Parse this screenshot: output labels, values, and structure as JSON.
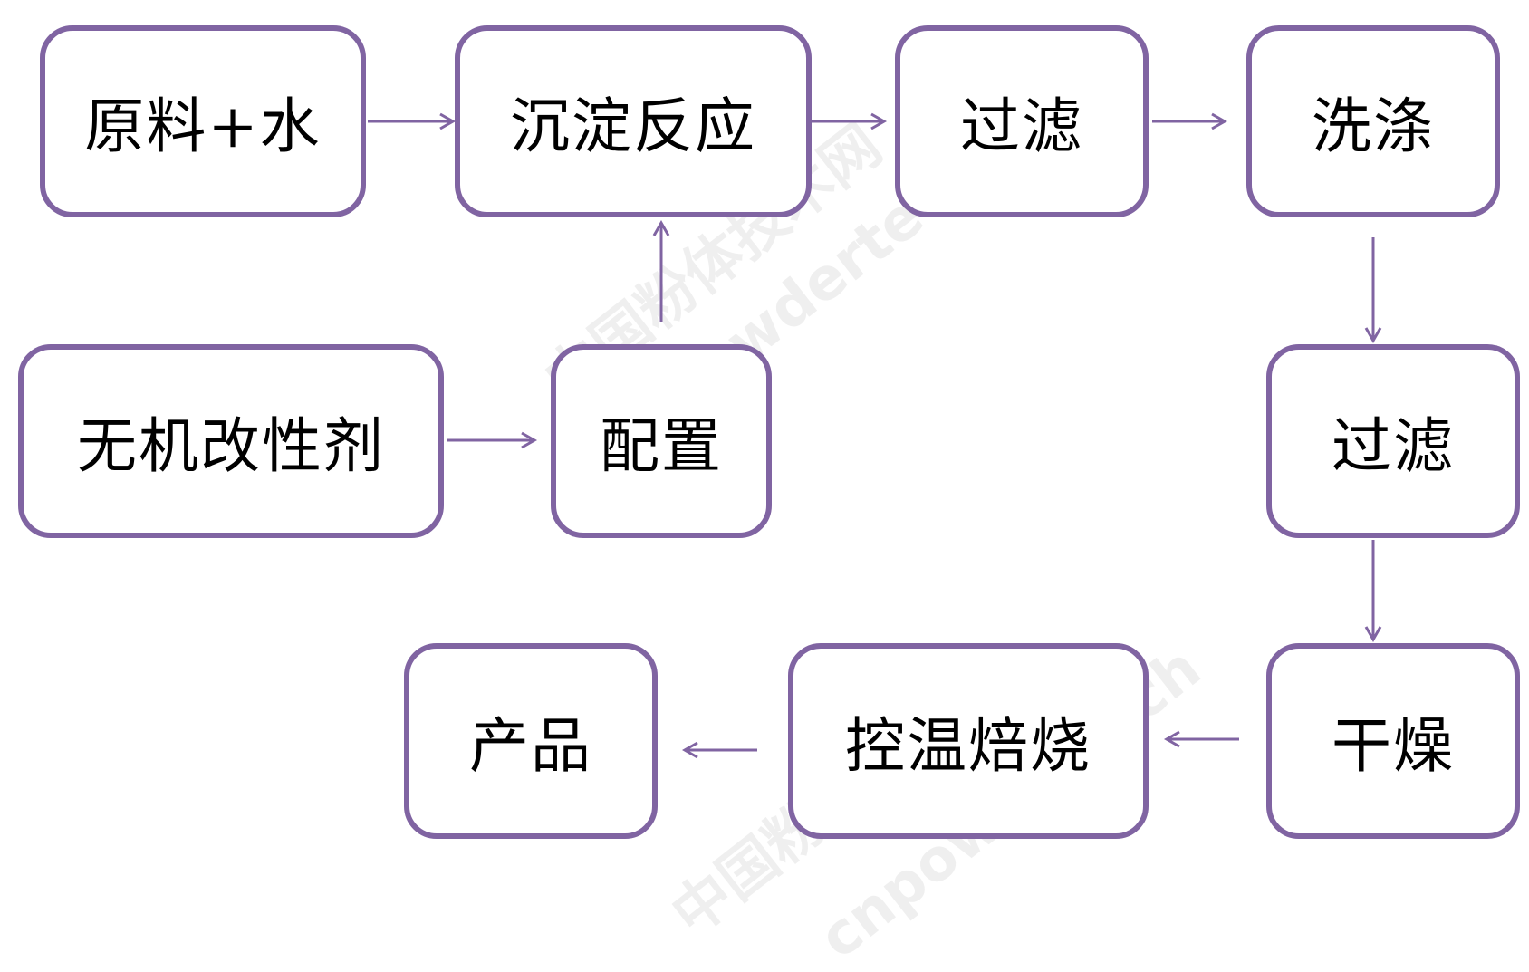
{
  "nodes": {
    "raw_water": "原料+水",
    "precipitation": "沉淀反应",
    "filter_1": "过滤",
    "wash": "洗涤",
    "modifier": "无机改性剂",
    "prepare": "配置",
    "filter_2": "过滤",
    "dry": "干燥",
    "calcine": "控温焙烧",
    "product": "产品"
  },
  "edges": [
    {
      "from": "raw_water",
      "to": "precipitation"
    },
    {
      "from": "precipitation",
      "to": "filter_1"
    },
    {
      "from": "filter_1",
      "to": "wash"
    },
    {
      "from": "wash",
      "to": "filter_2"
    },
    {
      "from": "modifier",
      "to": "prepare"
    },
    {
      "from": "prepare",
      "to": "precipitation"
    },
    {
      "from": "filter_2",
      "to": "dry"
    },
    {
      "from": "dry",
      "to": "calcine"
    },
    {
      "from": "calcine",
      "to": "product"
    }
  ],
  "colors": {
    "box_border": "#8064a2",
    "arrow": "#8064a2",
    "text": "#000000"
  },
  "watermark": {
    "line1": "中国粉体技术网",
    "line2": "cnpowdertech"
  }
}
